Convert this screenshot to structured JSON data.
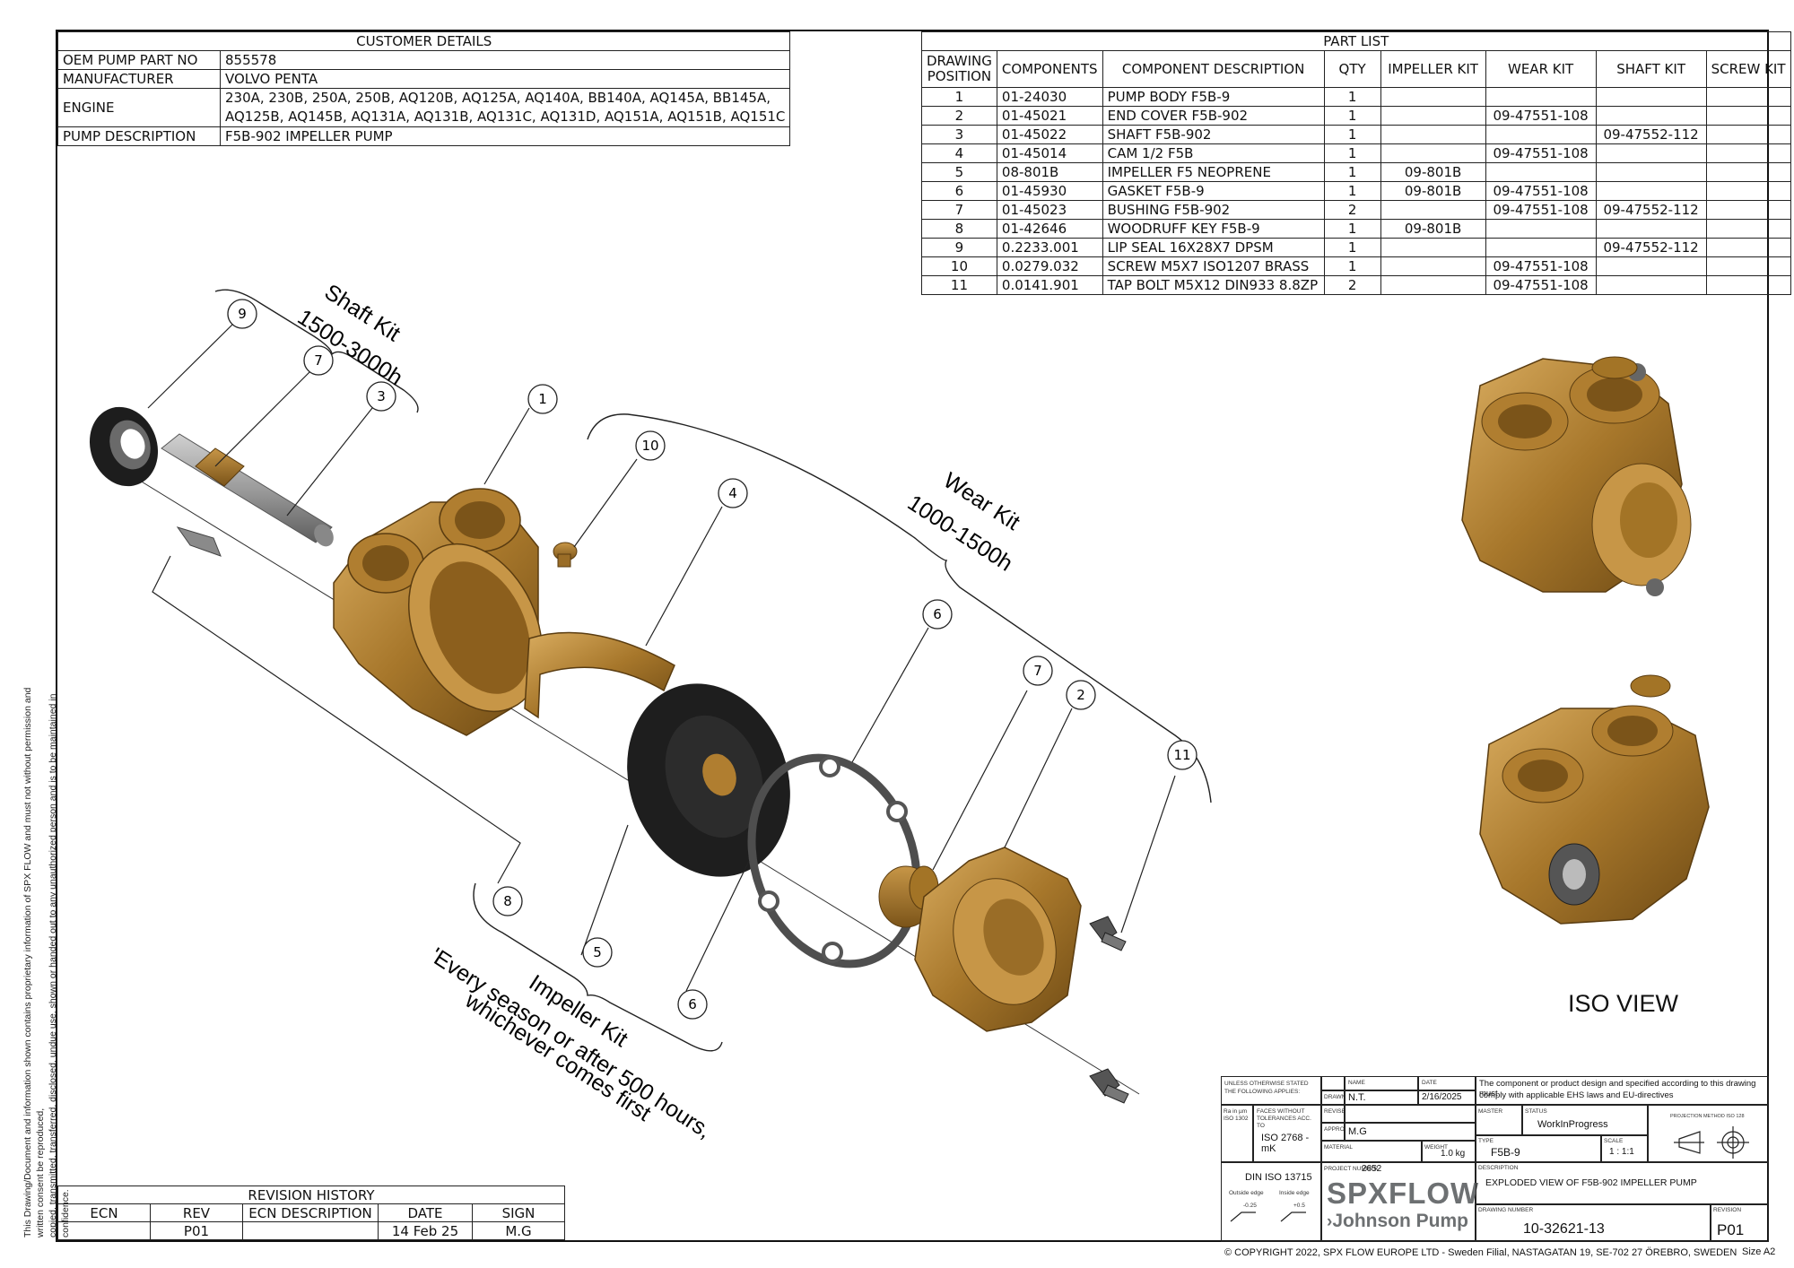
{
  "customer": {
    "title": "CUSTOMER DETAILS",
    "oem_label": "OEM PUMP PART NO",
    "oem_value": "855578",
    "manufacturer_label": "MANUFACTURER",
    "manufacturer_value": "VOLVO PENTA",
    "engine_label": "ENGINE",
    "engine_line1": "230A, 230B, 250A, 250B, AQ120B, AQ125A, AQ140A, BB140A, AQ145A, BB145A,",
    "engine_line2": "AQ125B, AQ145B, AQ131A, AQ131B, AQ131C, AQ131D, AQ151A, AQ151B, AQ151C",
    "description_label": "PUMP DESCRIPTION",
    "description_value": "F5B-902 IMPELLER PUMP"
  },
  "partlist": {
    "title": "PART LIST",
    "headers": {
      "position_line1": "DRAWING",
      "position_line2": "POSITION",
      "components": "COMPONENTS",
      "description": "COMPONENT DESCRIPTION",
      "qty": "QTY",
      "impeller_kit": "IMPELLER KIT",
      "wear_kit": "WEAR KIT",
      "shaft_kit": "SHAFT KIT",
      "screw_kit": "SCREW KIT"
    },
    "rows": [
      {
        "pos": "1",
        "comp": "01-24030",
        "desc": "PUMP BODY F5B-9",
        "qty": "1",
        "imp": "",
        "wear": "",
        "shaft": "",
        "screw": ""
      },
      {
        "pos": "2",
        "comp": "01-45021",
        "desc": "END COVER F5B-902",
        "qty": "1",
        "imp": "",
        "wear": "09-47551-108",
        "shaft": "",
        "screw": ""
      },
      {
        "pos": "3",
        "comp": "01-45022",
        "desc": "SHAFT F5B-902",
        "qty": "1",
        "imp": "",
        "wear": "",
        "shaft": "09-47552-112",
        "screw": ""
      },
      {
        "pos": "4",
        "comp": "01-45014",
        "desc": "CAM 1/2 F5B",
        "qty": "1",
        "imp": "",
        "wear": "09-47551-108",
        "shaft": "",
        "screw": ""
      },
      {
        "pos": "5",
        "comp": "08-801B",
        "desc": "IMPELLER F5 NEOPRENE",
        "qty": "1",
        "imp": "09-801B",
        "wear": "",
        "shaft": "",
        "screw": ""
      },
      {
        "pos": "6",
        "comp": "01-45930",
        "desc": "GASKET F5B-9",
        "qty": "1",
        "imp": "09-801B",
        "wear": "09-47551-108",
        "shaft": "",
        "screw": ""
      },
      {
        "pos": "7",
        "comp": "01-45023",
        "desc": "BUSHING F5B-902",
        "qty": "2",
        "imp": "",
        "wear": "09-47551-108",
        "shaft": "09-47552-112",
        "screw": ""
      },
      {
        "pos": "8",
        "comp": "01-42646",
        "desc": "WOODRUFF KEY F5B-9",
        "qty": "1",
        "imp": "09-801B",
        "wear": "",
        "shaft": "",
        "screw": ""
      },
      {
        "pos": "9",
        "comp": "0.2233.001",
        "desc": "LIP SEAL 16X28X7 DPSM",
        "qty": "1",
        "imp": "",
        "wear": "",
        "shaft": "09-47552-112",
        "screw": ""
      },
      {
        "pos": "10",
        "comp": "0.0279.032",
        "desc": "SCREW M5X7 ISO1207 BRASS",
        "qty": "1",
        "imp": "",
        "wear": "09-47551-108",
        "shaft": "",
        "screw": ""
      },
      {
        "pos": "11",
        "comp": "0.0141.901",
        "desc": "TAP BOLT M5X12 DIN933 8.8ZP",
        "qty": "2",
        "imp": "",
        "wear": "09-47551-108",
        "shaft": "",
        "screw": ""
      }
    ]
  },
  "kits": {
    "shaft_line1": "Shaft Kit",
    "shaft_line2": "1500-3000h",
    "wear_line1": "Wear Kit",
    "wear_line2": "1000-1500h",
    "impeller_line1": "Impeller Kit",
    "impeller_line2": "'Every season or after 500 hours,",
    "impeller_line3": "whichever comes first"
  },
  "callouts": [
    "9",
    "7",
    "3",
    "1",
    "10",
    "4",
    "6",
    "7",
    "2",
    "11",
    "8",
    "5",
    "6"
  ],
  "iso_view": "ISO VIEW",
  "revision": {
    "title": "REVISION HISTORY",
    "headers": {
      "ecn": "ECN",
      "rev": "REV",
      "desc": "ECN DESCRIPTION",
      "date": "DATE",
      "sign": "SIGN"
    },
    "row": {
      "ecn": "",
      "rev": "P01",
      "desc": "",
      "date": "14 Feb 25",
      "sign": "M.G"
    }
  },
  "side_note_line1": "This Drawing/Document and information shown contains proprietary information of SPX FLOW and must not without permission and written consent be reproduced,",
  "side_note_line2": "copied, transmitted, transferred, disclosed, undue use, shown or handed out to any unauthorized person and is to be maintained in confidence.",
  "title_block": {
    "unless_line1": "UNLESS OTHERWISE STATED",
    "unless_line2": "THE FOLLOWING APPLIES:",
    "name_label": "NAME",
    "date_label": "DATE",
    "compliance_line1": "The component or product design and specified according to this drawing must",
    "compliance_line2": "comply with applicable EHS laws and EU-directives",
    "drawn_label": "DRAWN",
    "drawn_name": "N.T.",
    "drawn_date": "2/16/2025",
    "ra_line1": "Ra in µm",
    "ra_line2": "ISO 1302",
    "faces_line1": "FACES WITHOUT",
    "faces_line2": "TOLERANCES ACC. TO",
    "revised_label": "REVISED",
    "master_label": "MASTER",
    "status_label": "STATUS",
    "status_value": "WorkInProgress",
    "projection_label": "PROJECTION METHOD ISO 128",
    "approved_label": "APPROVED",
    "approved_name": "M.G",
    "iso_tol": "ISO 2768 - mK",
    "type_label": "TYPE",
    "type_value": "F5B-9",
    "scale_label": "SCALE",
    "scale_value": "1 : 1:1",
    "material_label": "MATERIAL",
    "weight_label": "WEIGHT",
    "weight_value": "1.0 kg",
    "din": "DIN ISO 13715",
    "outside_edge": "Outside edge",
    "inside_edge": "Inside edge",
    "outside_val": "-0.25",
    "inside_val": "+0.5",
    "project_label": "PROJECT NUMBER",
    "project_value": "2652",
    "description_label": "DESCRIPTION",
    "description_value": "EXPLODED VIEW OF F5B-902 IMPELLER PUMP",
    "logo_primary": "SPXFLOW",
    "logo_secondary": "Johnson Pump",
    "drawing_number_label": "DRAWING NUMBER",
    "drawing_number": "10-32621-13",
    "revision_label": "REVISION",
    "revision_value": "P01"
  },
  "copyright": "© COPYRIGHT 2022, SPX FLOW EUROPE LTD - Sweden Filial, NASTAGATAN 19, SE-702 27 ÖREBRO, SWEDEN",
  "size": "Size  A2",
  "colors": {
    "bronze": "#a8782c",
    "bronze_dark": "#6e4a14",
    "bronze_light": "#d6a85a",
    "rubber": "#1e1e1e",
    "steel": "#9a9a9a"
  }
}
